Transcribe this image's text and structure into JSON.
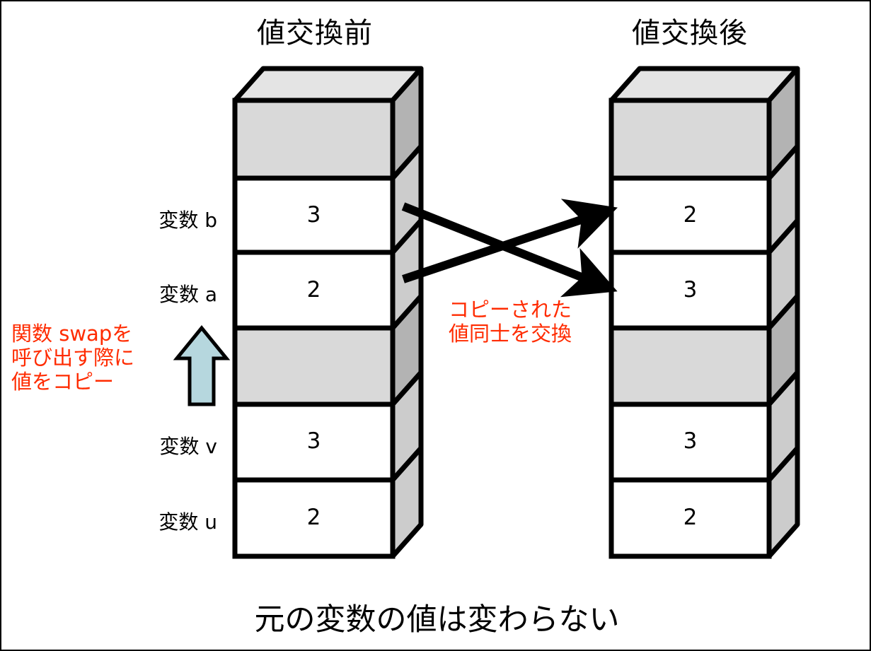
{
  "page": {
    "background": "#ffffff",
    "border_color": "#000000",
    "caption": "元の変数の値は変わらない"
  },
  "colors": {
    "cell_empty_front": "#d9d9d9",
    "cell_empty_side": "#b3b3b3",
    "cell_value_front": "#ffffff",
    "cell_value_side": "#cccccc",
    "top_face": "#e4e4e4",
    "outline": "#000000",
    "annotation_red": "#ff2b00",
    "copy_arrow_fill": "#b6d7de",
    "swap_arrow": "#000000"
  },
  "stacks": [
    {
      "id": "before",
      "title": "値交換前",
      "cells": [
        {
          "label": "",
          "value": "",
          "kind": "empty"
        },
        {
          "label": "変数 b",
          "value": "3",
          "kind": "value"
        },
        {
          "label": "変数 a",
          "value": "2",
          "kind": "value"
        },
        {
          "label": "",
          "value": "",
          "kind": "empty"
        },
        {
          "label": "変数 v",
          "value": "3",
          "kind": "value"
        },
        {
          "label": "変数 u",
          "value": "2",
          "kind": "value"
        }
      ]
    },
    {
      "id": "after",
      "title": "値交換後",
      "cells": [
        {
          "label": "",
          "value": "",
          "kind": "empty"
        },
        {
          "label": "",
          "value": "2",
          "kind": "value"
        },
        {
          "label": "",
          "value": "3",
          "kind": "value"
        },
        {
          "label": "",
          "value": "",
          "kind": "empty"
        },
        {
          "label": "",
          "value": "3",
          "kind": "value"
        },
        {
          "label": "",
          "value": "2",
          "kind": "value"
        }
      ]
    }
  ],
  "annotations": {
    "copy_note": {
      "lines": [
        "関数 swapを",
        "呼び出す際に",
        "値をコピー"
      ]
    },
    "swap_note": {
      "lines": [
        "コピーされた",
        "値同士を交換"
      ]
    }
  },
  "icons": {
    "copy_arrow": "up-arrow-icon",
    "swap_arrow_upper": "swap-arrow-up-icon",
    "swap_arrow_lower": "swap-arrow-down-icon"
  }
}
